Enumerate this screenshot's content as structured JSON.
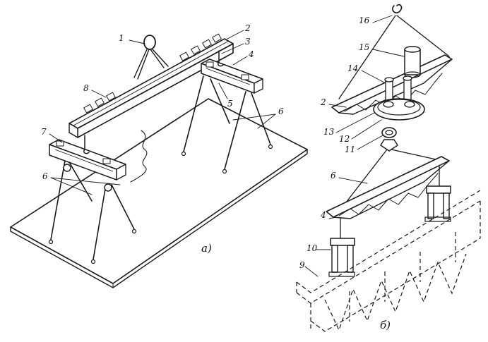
{
  "figure_a": {
    "caption": "а)",
    "labels": {
      "n1": "1",
      "n2": "2",
      "n3": "3",
      "n4": "4",
      "n5": "5",
      "n6_right": "6",
      "n6_left": "6",
      "n7": "7",
      "n8": "8"
    }
  },
  "figure_b": {
    "caption": "б)",
    "labels": {
      "n16": "16",
      "n15": "15",
      "n14": "14",
      "n2": "2",
      "n13": "13",
      "n12": "12",
      "n11": "11",
      "n6": "6",
      "n4": "4",
      "n10": "10",
      "n9": "9"
    }
  },
  "colors": {
    "ink": "#1a1a1a",
    "paper": "#ffffff"
  }
}
